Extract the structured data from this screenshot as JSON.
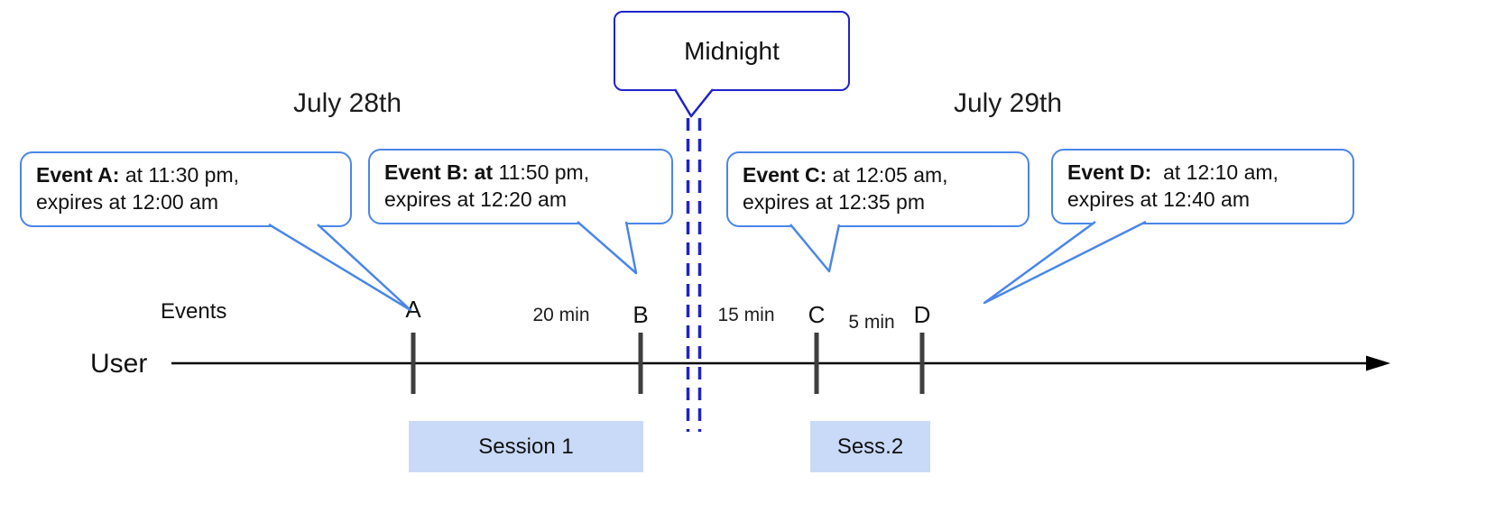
{
  "diagram": {
    "title_left": "July 28th",
    "title_right": "July 29th",
    "midnight": {
      "label": "Midnight"
    },
    "axis": {
      "events_label": "Events",
      "user_label": "User"
    },
    "events": [
      {
        "tick": "A",
        "bold": "Event A:",
        "rest": " at 11:30 pm,",
        "line2": "expires at 12:00 am"
      },
      {
        "tick": "B",
        "bold": "Event B: at",
        "rest": " 11:50 pm,",
        "line2": "expires at 12:20 am"
      },
      {
        "tick": "C",
        "bold": "Event C:",
        "rest": " at 12:05 am,",
        "line2": "expires at 12:35 pm"
      },
      {
        "tick": "D",
        "bold": "Event D:",
        "rest": "  at 12:10 am,",
        "line2": "expires at 12:40 am"
      }
    ],
    "intervals": [
      {
        "label": "20 min"
      },
      {
        "label": "15 min"
      },
      {
        "label": "5 min"
      }
    ],
    "sessions": [
      {
        "label": "Session 1"
      },
      {
        "label": "Sess.2"
      }
    ],
    "colors": {
      "event_bubble_border": "#4a86e8",
      "midnight_border": "#1f22c8",
      "dashed_line": "#1f22c8",
      "session_fill": "#c9daf8",
      "timeline": "#000000",
      "tick": "#3e3e3e"
    }
  }
}
